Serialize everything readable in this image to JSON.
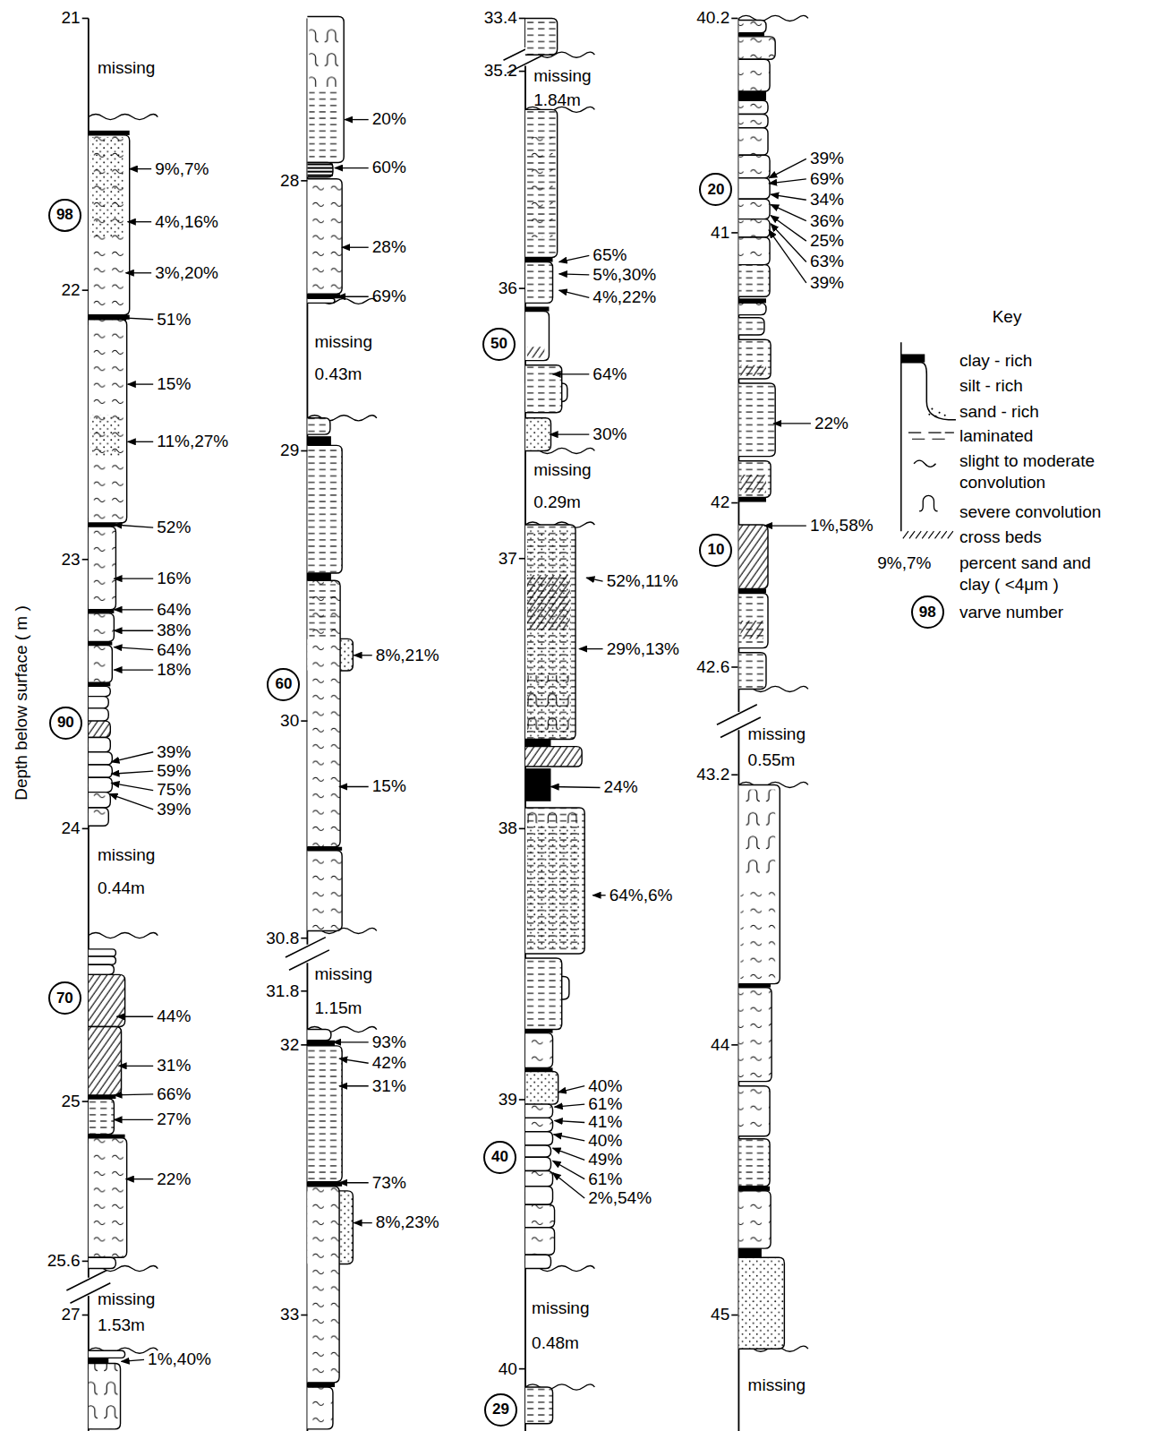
{
  "diagram": {
    "nodes": [
      {
        "text": [
          "98"
        ]
      },
      {
        "text": [
          "90"
        ]
      },
      {
        "text": [
          "70"
        ]
      },
      {
        "text": [
          "60"
        ]
      },
      {
        "text": [
          "50"
        ]
      },
      {
        "text": [
          "40"
        ]
      },
      {
        "text": [
          "29"
        ]
      },
      {
        "text": [
          "20"
        ]
      },
      {
        "text": [
          "10"
        ]
      },
      {
        "text": [
          "98"
        ]
      }
    ],
    "labels": [
      "21",
      "22",
      "23",
      "24",
      "25",
      "25.6",
      "27",
      "missing",
      "9%,7%",
      "4%,16%",
      "3%,20%",
      "51%",
      "15%",
      "11%,27%",
      "52%",
      "16%",
      "64%",
      "38%",
      "64%",
      "18%",
      "39%",
      "59%",
      "75%",
      "39%",
      "missing",
      "0.44m",
      "44%",
      "31%",
      "66%",
      "27%",
      "22%",
      "missing",
      "1.53m",
      "1%,40%",
      "28",
      "29",
      "30",
      "30.8",
      "31.8",
      "32",
      "33",
      "20%",
      "60%",
      "28%",
      "69%",
      "missing",
      "0.43m",
      "8%,21%",
      "15%",
      "missing",
      "1.15m",
      "93%",
      "42%",
      "31%",
      "73%",
      "8%,23%",
      "33.4",
      "35.2",
      "36",
      "37",
      "38",
      "39",
      "40",
      "missing",
      "1.84m",
      "65%",
      "5%,30%",
      "4%,22%",
      "64%",
      "30%",
      "missing",
      "0.29m",
      "52%,11%",
      "29%,13%",
      "24%",
      "64%,6%",
      "40%",
      "61%",
      "41%",
      "40%",
      "49%",
      "61%",
      "2%,54%",
      "missing",
      "0.48m",
      "40.2",
      "41",
      "42",
      "42.6",
      "43.2",
      "44",
      "45",
      "39%",
      "69%",
      "34%",
      "36%",
      "25%",
      "63%",
      "39%",
      "22%",
      "1%,58%",
      "missing",
      "0.55m",
      "missing",
      "Depth below surface ( m )",
      "Key",
      "9%,7%"
    ],
    "legend": [
      {
        "text": "clay - rich"
      },
      {
        "text": "silt - rich"
      },
      {
        "text": "sand - rich"
      },
      {
        "text": "laminated"
      },
      {
        "text": "slight to moderate convolution"
      },
      {
        "text": "severe convolution"
      },
      {
        "text": "cross beds"
      },
      {
        "text": "percent sand and clay ( <4μm )"
      },
      {
        "text": "varve number"
      }
    ]
  }
}
